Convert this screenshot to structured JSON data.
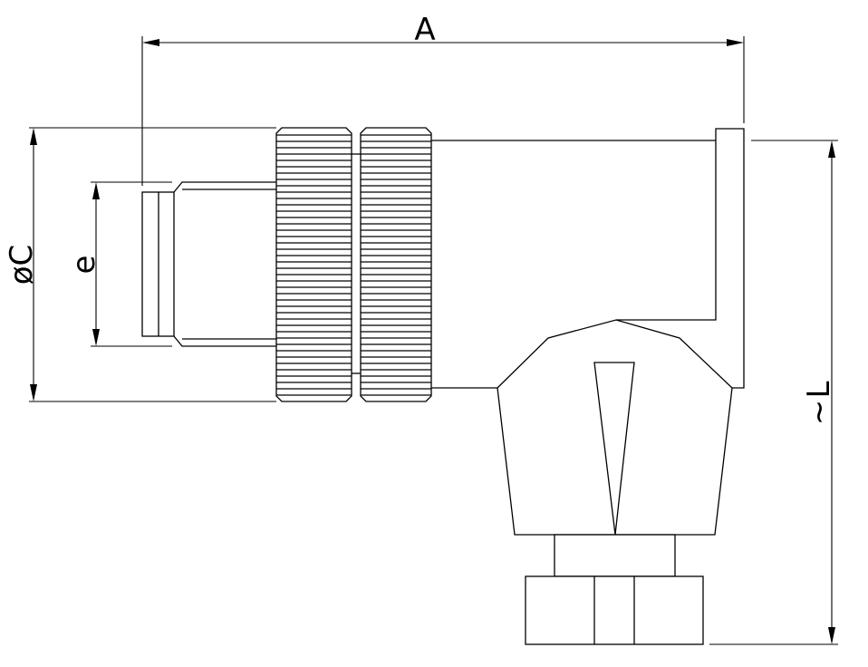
{
  "drawing": {
    "labels": {
      "length_a": "A",
      "diameter_c": "øC",
      "thread_e": "e",
      "length_l": "L",
      "approx": "~"
    },
    "colors": {
      "line": "#000000",
      "background": "#ffffff"
    }
  }
}
